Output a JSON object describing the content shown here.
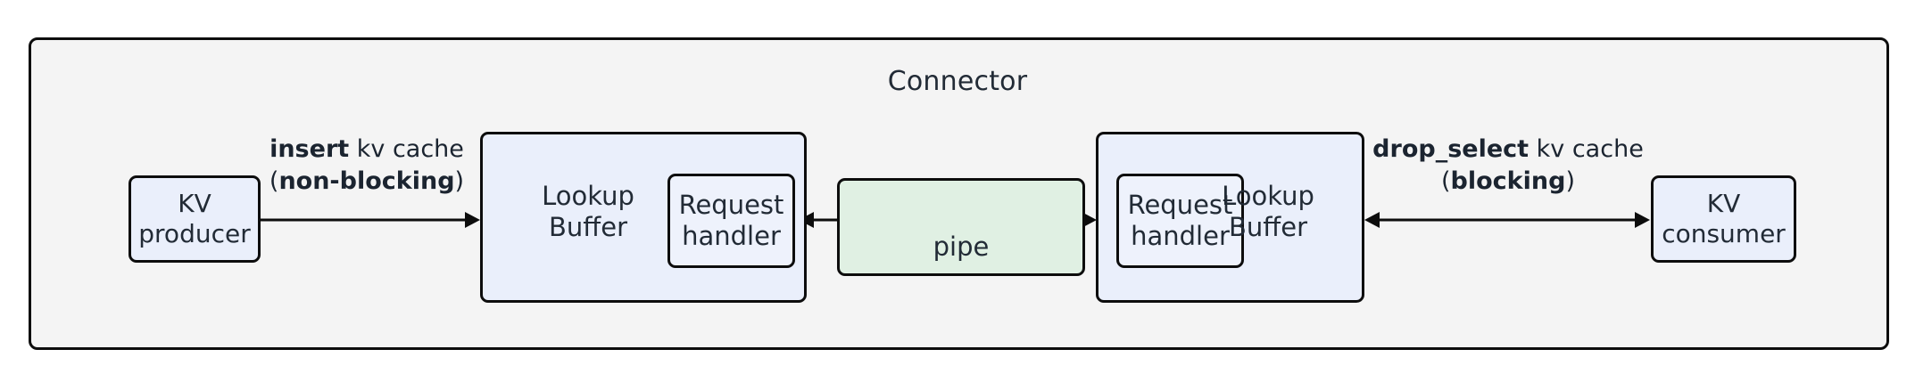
{
  "diagram": {
    "title": "Connector",
    "colors": {
      "container_bg": "#f4f4f4",
      "node_blue": "#eaeffb",
      "node_green": "#e0f0e3",
      "stroke": "#0d0d0d",
      "text": "#222b36"
    },
    "nodes": {
      "kv_producer": "KV\nproducer",
      "kv_producer_line1": "KV",
      "kv_producer_line2": "producer",
      "kv_consumer_line1": "KV",
      "kv_consumer_line2": "consumer",
      "lookup_buffer_left_line1": "Lookup",
      "lookup_buffer_left_line2": "Buffer",
      "lookup_buffer_right_line1": "Lookup",
      "lookup_buffer_right_line2": "Buffer",
      "request_handler_left_line1": "Request",
      "request_handler_left_line2": "handler",
      "request_handler_right_line1": "Request",
      "request_handler_right_line2": "handler",
      "pipe": "pipe"
    },
    "edges": {
      "insert": {
        "line1_bold": "insert",
        "line1_rest": " kv cache",
        "line2_open": "(",
        "line2_bold": "non-blocking",
        "line2_close": ")",
        "direction": "right"
      },
      "drop_select": {
        "line1_bold": "drop_select",
        "line1_rest": " kv cache",
        "line2_open": "(",
        "line2_bold": "blocking",
        "line2_close": ")",
        "direction": "both"
      },
      "pipe_to_left": {
        "direction": "left"
      },
      "pipe_to_right": {
        "direction": "right"
      }
    }
  }
}
